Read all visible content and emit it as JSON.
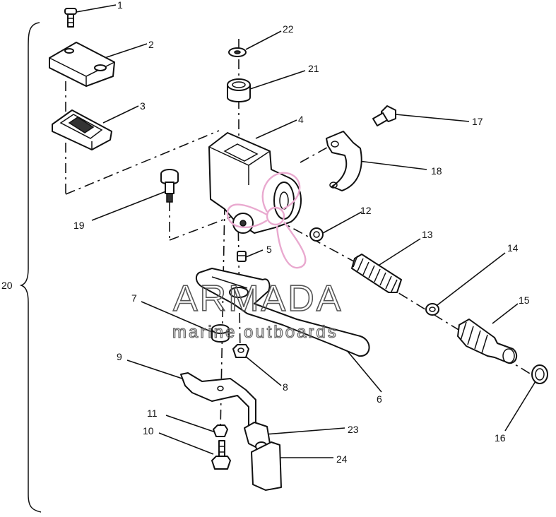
{
  "labels": [
    "1",
    "2",
    "3",
    "4",
    "5",
    "6",
    "7",
    "8",
    "9",
    "10",
    "11",
    "12",
    "13",
    "14",
    "15",
    "16",
    "17",
    "18",
    "19",
    "20",
    "21",
    "22",
    "23",
    "24"
  ],
  "watermark": {
    "brand": "ARMADA",
    "tagline": "marine outboards",
    "accent": "#e9a9cf",
    "stroke": "#555555"
  }
}
